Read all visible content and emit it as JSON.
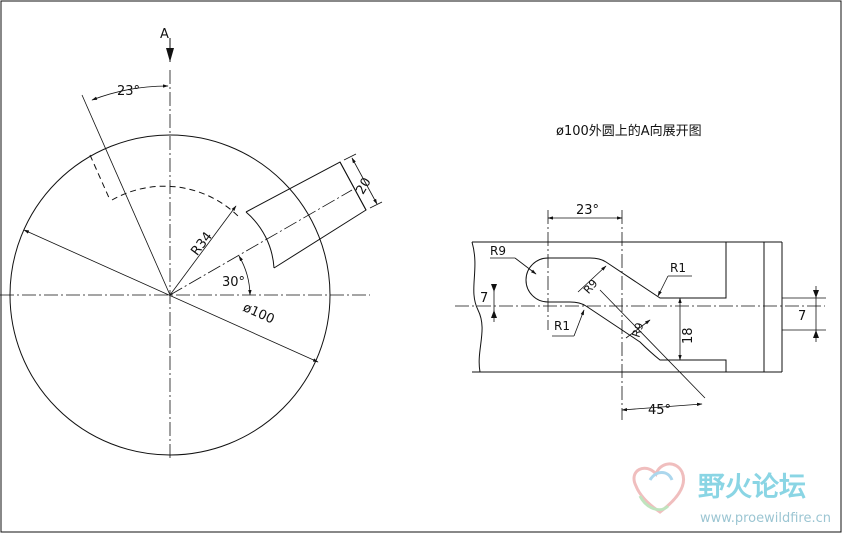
{
  "left_view": {
    "view_letter": "A",
    "angle_top": "23°",
    "angle_mid": "30°",
    "radius": "R34",
    "diameter": "ø100",
    "width": "20"
  },
  "right_view": {
    "title": "ø100外圆上的A向展开图",
    "angle_top": "23°",
    "angle_bottom": "45°",
    "r9_left": "R9",
    "r9_diag_upper": "R9",
    "r9_diag_lower": "R9",
    "r1_upper": "R1",
    "r1_lower": "R1",
    "dim_7_left": "7",
    "dim_7_right": "7",
    "dim_18": "18"
  },
  "watermark": {
    "name": "野火论坛",
    "url": "www.proewildfire.cn"
  }
}
